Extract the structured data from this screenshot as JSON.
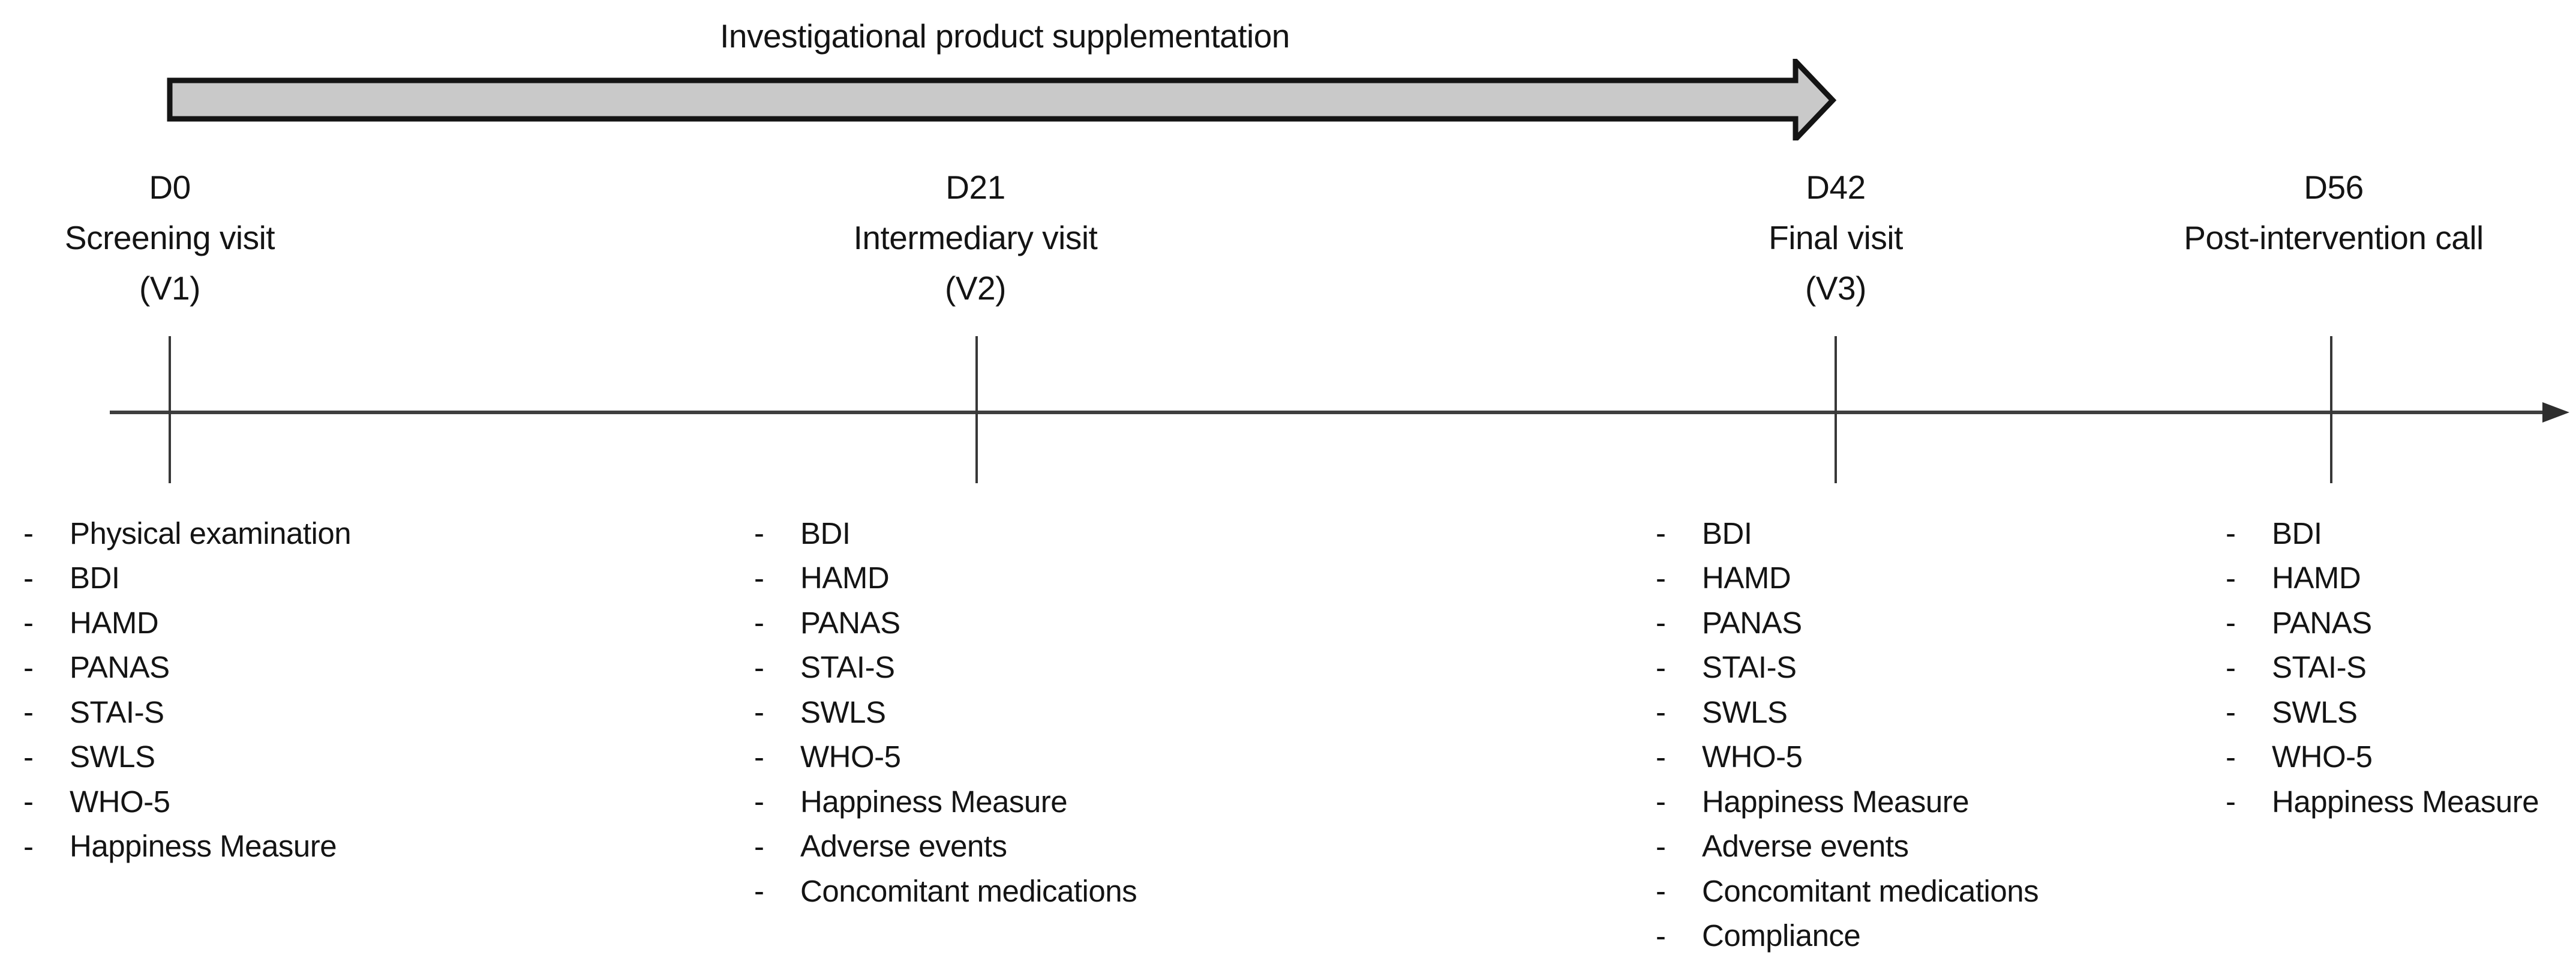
{
  "title": "Investigational product supplementation",
  "timeline": {
    "bullet": "-"
  },
  "visits": [
    {
      "day": "D0",
      "name": "Screening visit",
      "code": "(V1)",
      "assessments": [
        "Physical examination",
        "BDI",
        "HAMD",
        "PANAS",
        "STAI-S",
        "SWLS",
        "WHO-5",
        "Happiness Measure"
      ]
    },
    {
      "day": "D21",
      "name": "Intermediary visit",
      "code": "(V2)",
      "assessments": [
        "BDI",
        "HAMD",
        "PANAS",
        "STAI-S",
        "SWLS",
        "WHO-5",
        "Happiness Measure",
        "Adverse events",
        "Concomitant medications"
      ]
    },
    {
      "day": "D42",
      "name": "Final visit",
      "code": "(V3)",
      "assessments": [
        "BDI",
        "HAMD",
        "PANAS",
        "STAI-S",
        "SWLS",
        "WHO-5",
        "Happiness Measure",
        "Adverse events",
        "Concomitant medications",
        "Compliance"
      ]
    },
    {
      "day": "D56",
      "name": "Post-intervention call",
      "assessments": [
        "BDI",
        "HAMD",
        "PANAS",
        "STAI-S",
        "SWLS",
        "WHO-5",
        "Happiness Measure"
      ]
    }
  ],
  "colors": {
    "background": "#ffffff",
    "text": "#141414",
    "arrow_fill": "#c9c9c9",
    "arrow_outline": "#141414",
    "axis": "#3e3e3e",
    "tick": "#383838",
    "axis_arrowhead": "#2e2e2e"
  }
}
